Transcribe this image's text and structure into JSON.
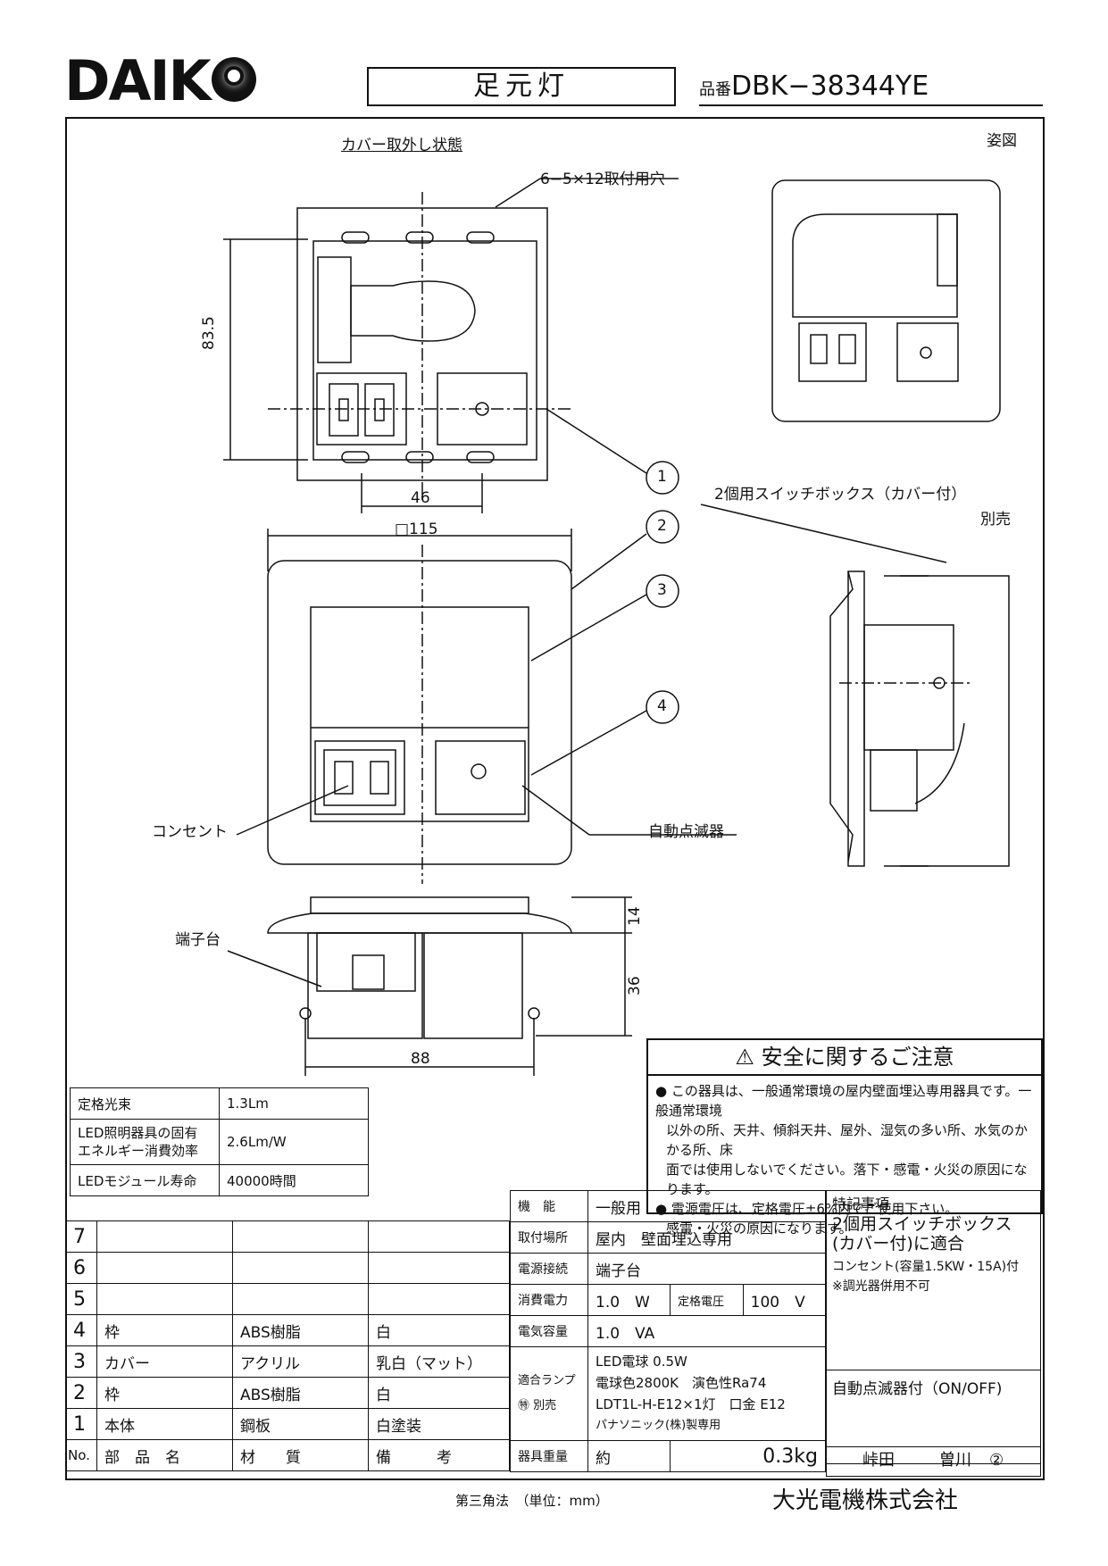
{
  "header": {
    "logo": "DAIK",
    "title": "足元灯",
    "model_prefix": "品番",
    "model": "DBK−38344YE"
  },
  "labels": {
    "cover_removed": "カバー取外し状態",
    "holes": "6−5×12取付用穴",
    "perspective": "姿図",
    "dim_83_5": "83.5",
    "dim_46": "46",
    "dim_115": "□115",
    "dim_14": "14",
    "dim_36": "36",
    "dim_88": "88",
    "callout_1": "1",
    "callout_2": "2",
    "callout_3": "3",
    "callout_4": "4",
    "switch_box": "2個用スイッチボックス（カバー付）",
    "sold_separately": "別売",
    "outlet": "コンセント",
    "auto_switch": "自動点滅器",
    "terminal": "端子台"
  },
  "led_table": [
    {
      "k": "定格光束",
      "v": "1.3Lm"
    },
    {
      "k": "LED照明器具の固有\nエネルギー消費効率",
      "v": "2.6Lm/W"
    },
    {
      "k": "LEDモジュール寿命",
      "v": "40000時間"
    }
  ],
  "caution": {
    "title": "安全に関するご注意",
    "l1": "● この器具は、一般通常環境の屋内壁面埋込専用器具です。一般通常環境",
    "l2": "以外の所、天井、傾斜天井、屋外、湿気の多い所、水気のかかる所、床",
    "l3": "面では使用しないでください。落下・感電・火災の原因になります。",
    "l4": "● 電源電圧は、定格電圧±6%内でご使用下さい。",
    "l5": "感電・火災の原因になります。"
  },
  "parts": [
    {
      "no": "7",
      "name": "",
      "mat": "",
      "note": ""
    },
    {
      "no": "6",
      "name": "",
      "mat": "",
      "note": ""
    },
    {
      "no": "5",
      "name": "",
      "mat": "",
      "note": ""
    },
    {
      "no": "4",
      "name": "枠",
      "mat": "ABS樹脂",
      "note": "白"
    },
    {
      "no": "3",
      "name": "カバー",
      "mat": "アクリル",
      "note": "乳白（マット）"
    },
    {
      "no": "2",
      "name": "枠",
      "mat": "ABS樹脂",
      "note": "白"
    },
    {
      "no": "1",
      "name": "本体",
      "mat": "鋼板",
      "note": "白塗装"
    }
  ],
  "parts_header": {
    "no": "No.",
    "name": "部　品　名",
    "mat": "材　　質",
    "note": "備　　　考"
  },
  "specs": {
    "func_k": "機　能",
    "func_v": "一般用",
    "mount_k": "取付場所",
    "mount_v": "屋内　壁面埋込専用",
    "power_k": "電源接続",
    "power_v": "端子台",
    "cons_k": "消費電力",
    "cons_v": "1.0　W",
    "rated_k": "定格電圧",
    "rated_v": "100　V",
    "cap_k": "電気容量",
    "cap_v": "1.0　VA",
    "lamp_k": "適合ランプ",
    "lamp_k2": "㊕ 別売",
    "lamp_v1": "LED電球 0.5W",
    "lamp_v2": "電球色2800K　演色性Ra74",
    "lamp_v3": "LDT1L-H-E12×1灯　口金 E12",
    "lamp_v4": "パナソニック(株)製専用",
    "weight_k": "器具重量",
    "weight_v1": "約",
    "weight_v2": "0.3kg"
  },
  "notes": {
    "title": "特記事項",
    "n1": "2個用スイッチボックス",
    "n2": "(カバー付)に適合",
    "n3": "コンセント(容量1.5KW・15A)付",
    "n4": "※調光器併用不可",
    "n5": "自動点滅器付（ON/OFF)"
  },
  "sign": {
    "s1": "峠田",
    "s2": "曽川",
    "s3": "②"
  },
  "footer": {
    "projection": "第三角法　（単位：mm）",
    "company": "大光電機株式会社"
  }
}
